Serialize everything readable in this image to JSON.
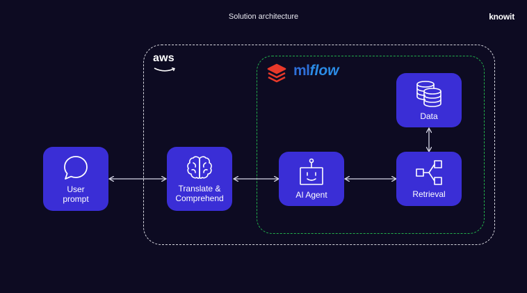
{
  "header": {
    "title": "Solution architecture",
    "brand": "knowit"
  },
  "logos": {
    "aws": "aws",
    "mlflow_ml": "ml",
    "mlflow_flow": "flow"
  },
  "nodes": {
    "user": {
      "label": "User\nprompt",
      "icon": "chat-bubble-icon"
    },
    "translate": {
      "label": "Translate &\nComprehend",
      "icon": "brain-icon"
    },
    "agent": {
      "label": "AI Agent",
      "icon": "robot-icon"
    },
    "data": {
      "label": "Data",
      "icon": "database-icon"
    },
    "retrieval": {
      "label": "Retrieval",
      "icon": "hierarchy-icon"
    }
  },
  "colors": {
    "background": "#0d0b22",
    "node_fill": "#3a2ed6",
    "aws_border": "#d8d8e0",
    "databricks_border": "#22b14c",
    "databricks_red": "#e8392a",
    "mlflow_blue": "#2b8ce6"
  }
}
